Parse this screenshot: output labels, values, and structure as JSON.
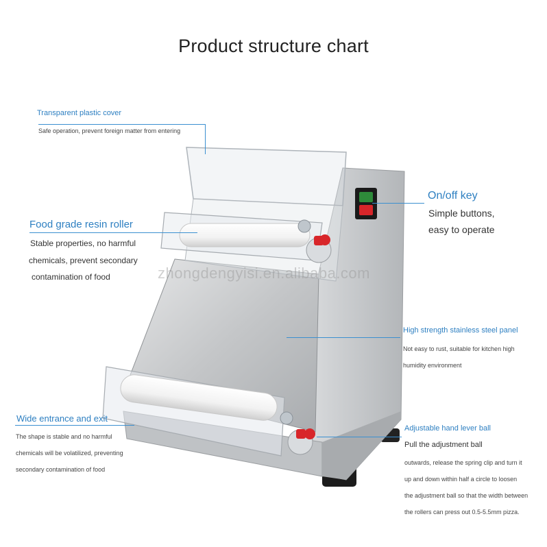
{
  "title": "Product structure chart",
  "watermark": "zhongdengyisi.en.alibaba.com",
  "callouts": {
    "cover": {
      "name": "Transparent plastic cover",
      "desc": "Safe operation, prevent foreign matter from entering"
    },
    "roller": {
      "name": "Food grade resin roller",
      "desc": [
        "Stable properties, no harmful",
        "chemicals, prevent secondary",
        "contamination of food"
      ]
    },
    "onoff": {
      "name": "On/off key",
      "desc": [
        "Simple buttons,",
        "easy to operate"
      ]
    },
    "panel": {
      "name": "High strength stainless steel panel",
      "desc": [
        "Not easy to rust, suitable for kitchen high",
        "humidity environment"
      ]
    },
    "entrance": {
      "name": "Wide entrance and exit",
      "desc": [
        "The shape is stable and no harmful",
        "chemicals will be volatilized, preventing",
        "secondary contamination of food"
      ]
    },
    "lever": {
      "name": "Adjustable hand lever ball",
      "desc": [
        "Pull the adjustment ball",
        "outwards, release the spring clip and turn it",
        "up and down within half a circle to loosen",
        "the adjustment ball so that the width between",
        "the rollers can press out 0.5-5.5mm pizza."
      ]
    }
  },
  "colors": {
    "accent": "#3a8fd0",
    "label": "#2d7fc1",
    "steel": "#c9cbcd",
    "red": "#d8262a",
    "green": "#2e8b3a"
  }
}
